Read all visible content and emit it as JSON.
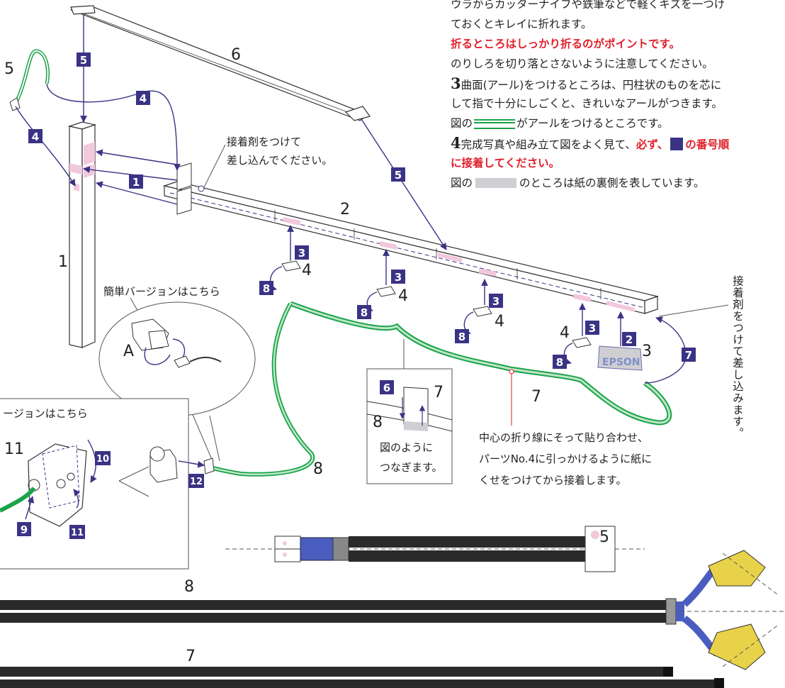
{
  "instructions": {
    "line0": "ウラからカッターナイフや鉄筆などで軽くキズを一つけ",
    "line1": "ておくとキレイに折れます。",
    "line2": "折るところはしっかり折るのがポイントです。",
    "line3": "のりしろを切り落とさないように注意してください。",
    "line4_num": "3",
    "line4": "曲面(アール)をつけるところは、円柱状のものを芯に",
    "line5": "して指で十分にしごくと、きれいなアールがつきます。",
    "line6_pre": "図の",
    "line6_post": "がアールをつけるところです。",
    "line7_num": "4",
    "line7_pre": "完成写真や組み立て図をよく見て、",
    "line7_red1": "必ず、",
    "line7_red2": "の番号順",
    "line8": "に接着してください。",
    "line9_pre": "図の",
    "line9_post": "のところは紙の裏側を表しています。"
  },
  "callouts": {
    "glue_insert_1": "接着剤をつけて",
    "glue_insert_2": "差し込んでください。",
    "simple_version": "簡単バージョンはこちら",
    "other_version": "ージョンはこちら",
    "connect_1": "図のように",
    "connect_2": "つなぎます。",
    "fold_1": "中心の折り線にそって貼り合わせ、",
    "fold_2": "パーツNo.4に引っかけるように紙に",
    "fold_3": "くせをつけてから接着します。",
    "vertical_glue": "接着剤をつけて差し込みます。",
    "label_A": "A",
    "epson": "EPSON"
  },
  "part_labels": {
    "p1": "1",
    "p2": "2",
    "p3": "3",
    "p4a": "4",
    "p4b": "4",
    "p4c": "4",
    "p4d": "4",
    "p5a": "5",
    "p5b": "5",
    "p6": "6",
    "p7a": "7",
    "p7b": "7",
    "p7c": "7",
    "p8a": "8",
    "p8b": "8",
    "p8c": "8",
    "p11": "11"
  },
  "step_badges": {
    "s1": "1",
    "s2": "2",
    "s3a": "3",
    "s3b": "3",
    "s3c": "3",
    "s3d": "3",
    "s4a": "4",
    "s4b": "4",
    "s5a": "5",
    "s5b": "5",
    "s6": "6",
    "s7": "7",
    "s8a": "8",
    "s8b": "8",
    "s8c": "8",
    "s8d": "8",
    "s9": "9",
    "s10": "10",
    "s11": "11",
    "s12": "12"
  },
  "colors": {
    "badge": "#3a3385",
    "arrow": "#3a3385",
    "red_text": "#e0202b",
    "pink_glue": "#f2c8dc",
    "green_curve": "#1aa34a",
    "back_side_grey": "#cfcfd3",
    "cable_black": "#2a2a2a",
    "connector_yellow": "#e8d24a",
    "sleeve_blue": "#4a5dbf"
  }
}
